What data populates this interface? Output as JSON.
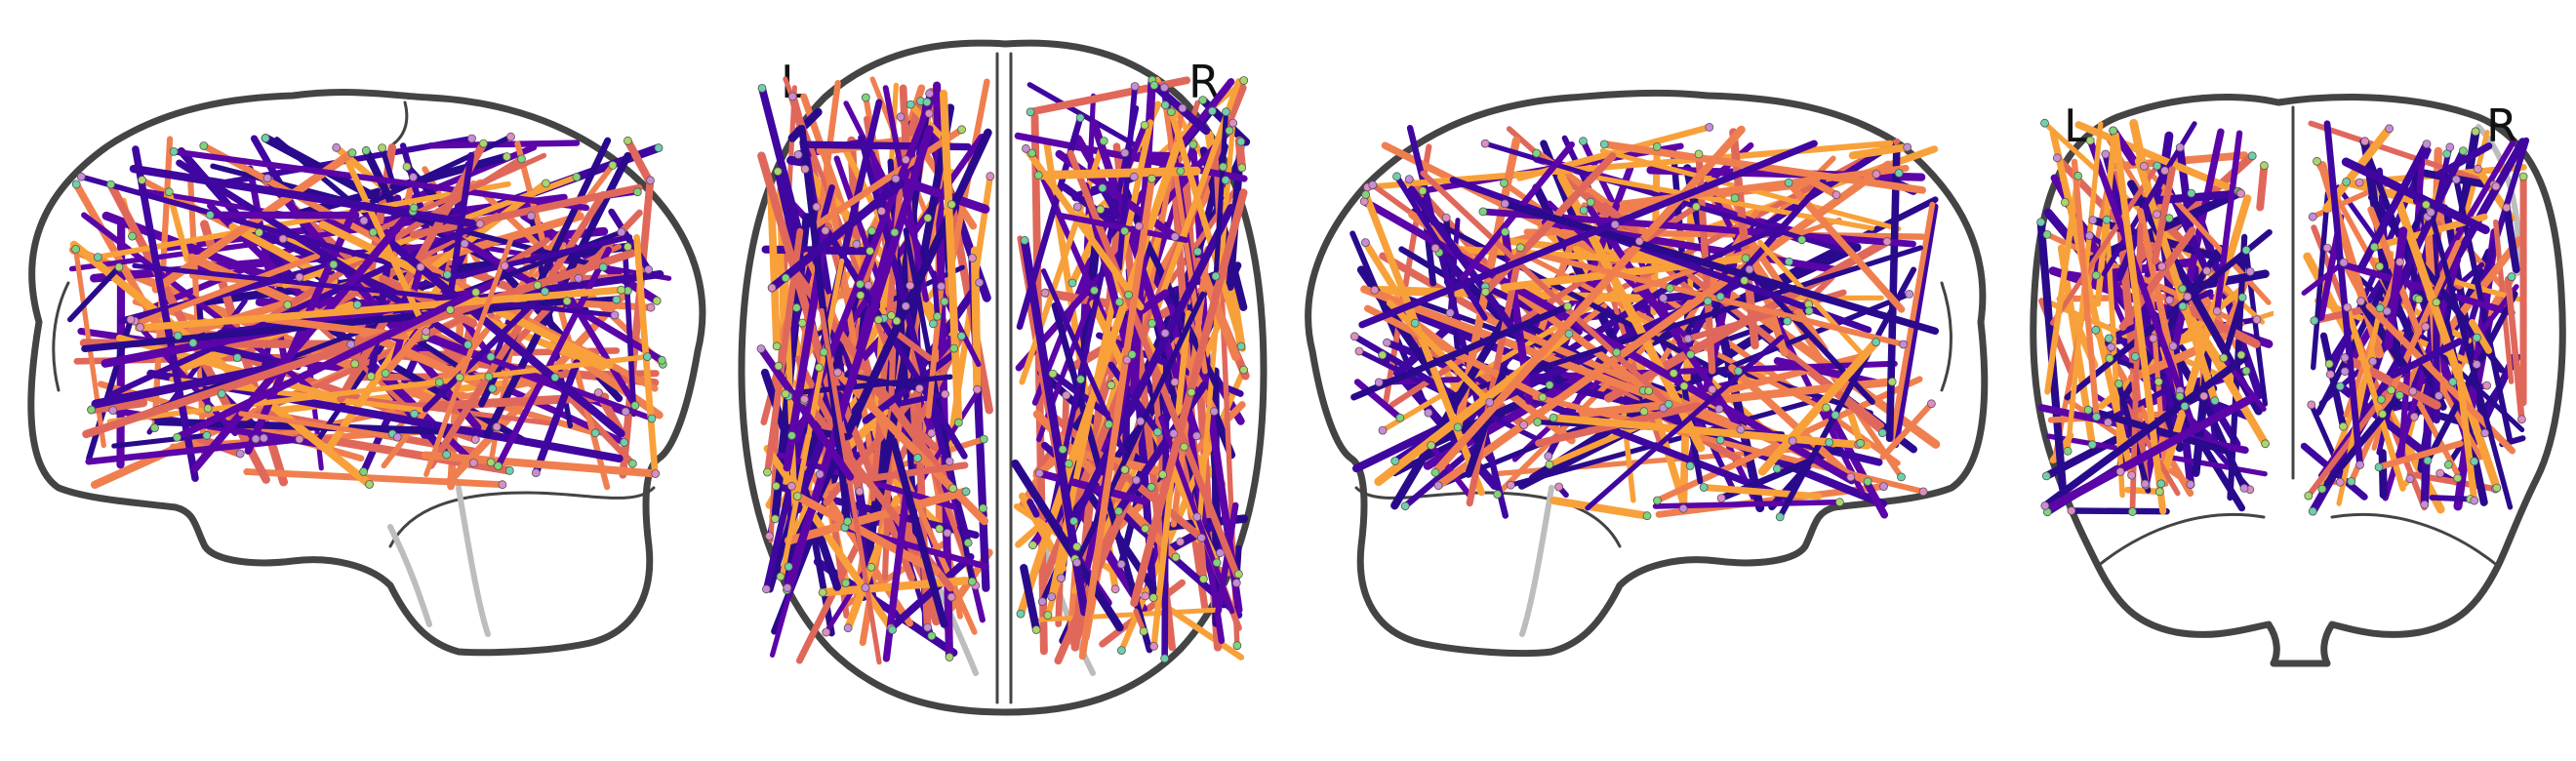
{
  "views": [
    {
      "name": "sagittal-left",
      "labels": []
    },
    {
      "name": "axial",
      "labels": [
        "L",
        "R"
      ]
    },
    {
      "name": "sagittal-right",
      "labels": []
    },
    {
      "name": "coronal",
      "labels": [
        "L",
        "R"
      ]
    }
  ],
  "edge_colormap": [
    "#2a0a8c",
    "#3f06a0",
    "#5b04a8",
    "#e0685b",
    "#f07f4f",
    "#f8a13a"
  ],
  "node_colors": [
    "#7fd37c",
    "#c98bd8",
    "#6fcfa8",
    "#e08bc4",
    "#a9d66c"
  ]
}
